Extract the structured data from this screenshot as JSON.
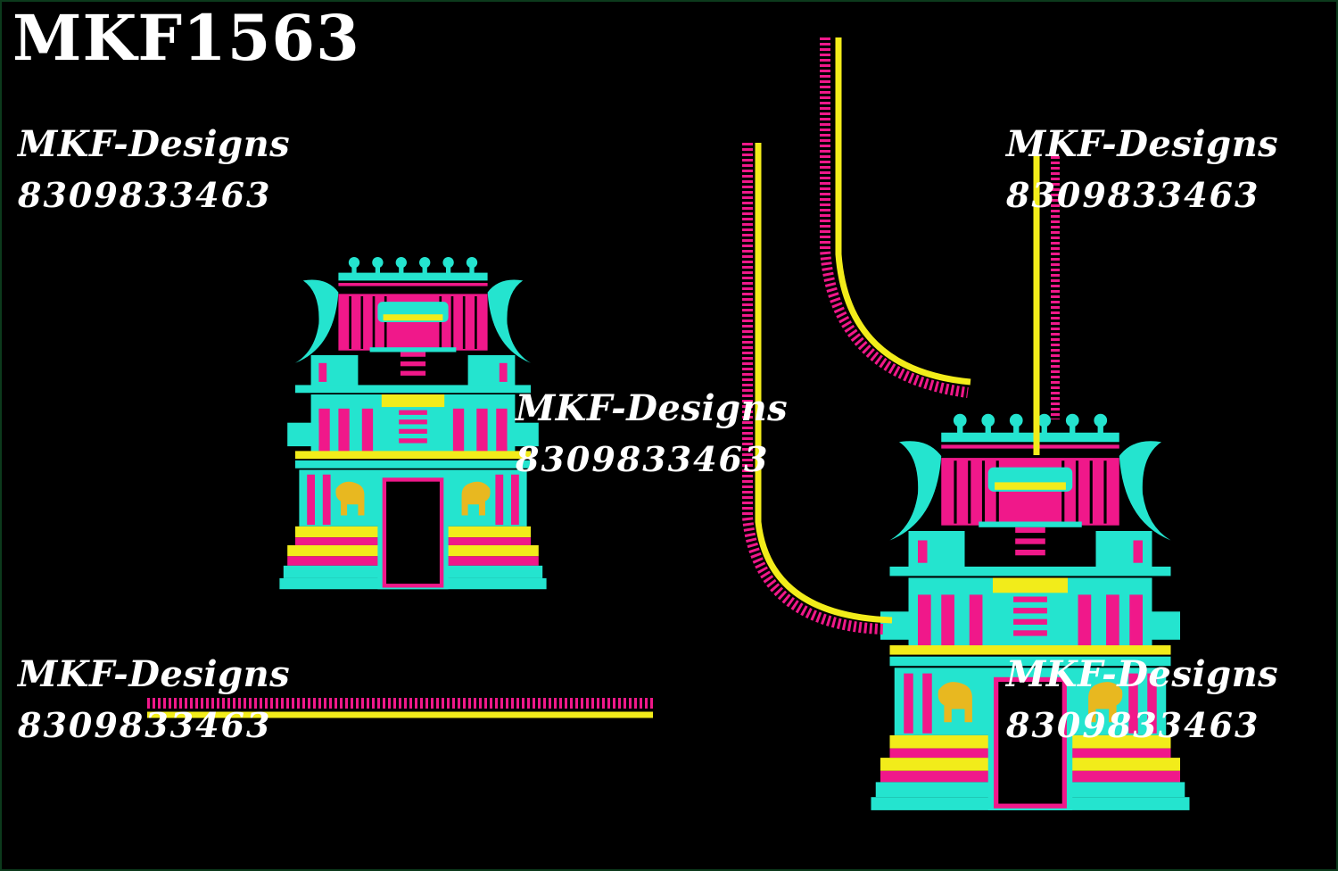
{
  "design_code": "MKF1563",
  "watermark": {
    "brand": "MKF-Designs",
    "phone": "8309833463"
  },
  "colors": {
    "background": "#000000",
    "cyan": "#24e4cf",
    "magenta": "#f0188a",
    "yellow": "#f2ec1a",
    "gold": "#e8b820",
    "text": "#ffffff"
  },
  "elements": [
    "temple-gopuram-motif",
    "neckline-border-curve",
    "straight-border-strip"
  ]
}
